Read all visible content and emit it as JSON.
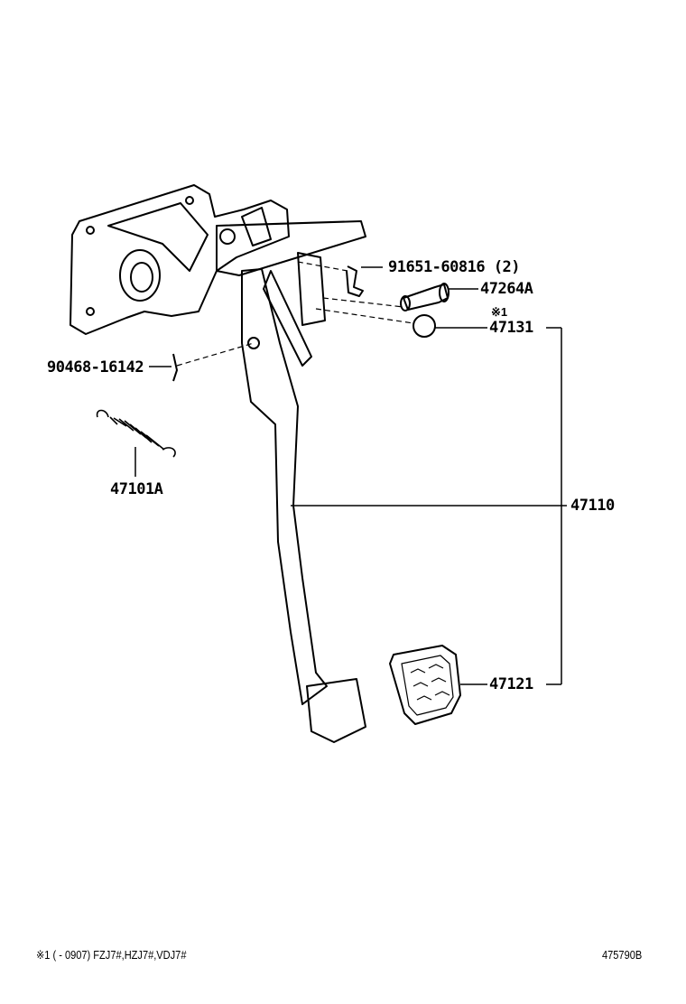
{
  "parts": {
    "bolt": "91651-60816 (2)",
    "pin": "47264A",
    "bushing_mark": "※1",
    "bushing": "47131",
    "clip": "90468-16142",
    "spring": "47101A",
    "pedal_assy": "47110",
    "pedal_pad": "47121"
  },
  "footer": {
    "note": "※1 (       - 0907) FZJ7#,HZJ7#,VDJ7#",
    "diagram_id": "475790B"
  }
}
